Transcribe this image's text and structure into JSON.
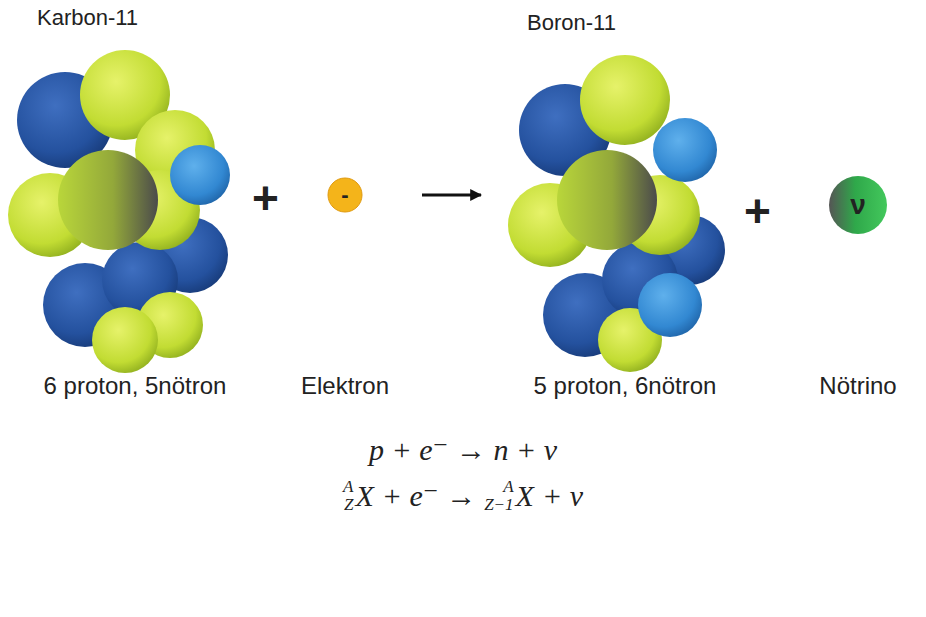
{
  "diagram": {
    "nodes": [
      {
        "text": [
          "Karbon-11",
          "6 proton, 5nötron"
        ]
      },
      {
        "text": [
          "-",
          "Elektron"
        ]
      },
      {
        "text": [
          "Boron-11",
          "5 proton, 6nötron"
        ]
      },
      {
        "text": [
          "ν",
          "Nötrino"
        ]
      }
    ],
    "edges": [
      {
        "from": 1,
        "to": 2,
        "arrow": "to"
      }
    ],
    "labels": [
      "+",
      "+",
      "p + e⁻ → n + ν",
      "A",
      "Z",
      "X",
      "+ e⁻ →",
      "A",
      "Z−1",
      "X",
      "+ ν"
    ]
  }
}
